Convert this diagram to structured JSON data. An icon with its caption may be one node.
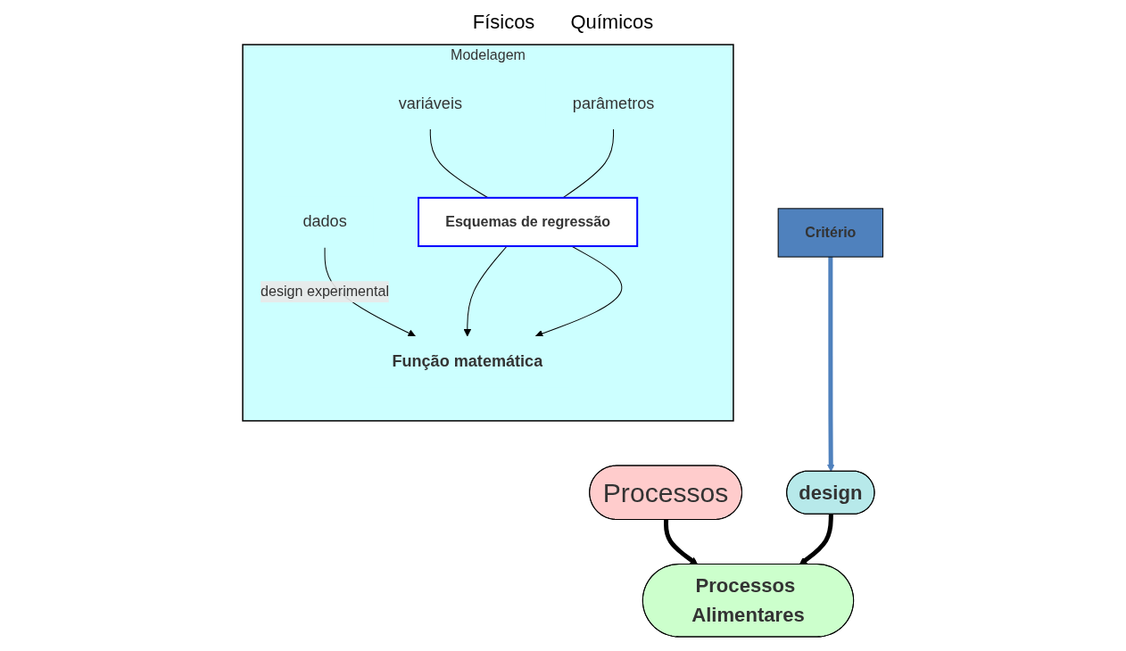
{
  "diagram": {
    "nodes": [
      {
        "text": [
          "Processos"
        ]
      },
      {
        "text": [
          "Processos Alimentares"
        ]
      },
      {
        "text": [
          "Modelagem"
        ]
      },
      {
        "text": [
          "dados"
        ],
        "in": 2
      },
      {
        "text": [
          "Função matemática"
        ],
        "in": 2
      },
      {
        "text": [
          "Esquemas de regressão"
        ],
        "in": 2
      },
      {
        "text": [
          "variáveis"
        ],
        "in": 2
      },
      {
        "text": [
          "parâmetros"
        ],
        "in": 2
      },
      {
        "text": [
          "design"
        ]
      },
      {
        "text": [
          "Critério"
        ]
      }
    ],
    "edges": [
      {
        "from": 0,
        "to": 1,
        "arrow": "to",
        "style": "thick"
      },
      {
        "from": 3,
        "to": 4,
        "arrow": "to",
        "label": "design experimental"
      },
      {
        "from": 5,
        "to": 4,
        "arrow": "to"
      },
      {
        "from": 5,
        "to": 4,
        "arrow": "to"
      },
      {
        "from": 6,
        "to": 5,
        "arrow": "none"
      },
      {
        "from": 7,
        "to": 5,
        "arrow": "none"
      },
      {
        "from": 8,
        "to": 1,
        "arrow": "to",
        "style": "thick"
      },
      {
        "from": 9,
        "to": 8,
        "arrow": "to",
        "style": "thick",
        "color": "#4f81bd"
      }
    ],
    "labels": [
      "Físicos",
      "Químicos"
    ]
  }
}
